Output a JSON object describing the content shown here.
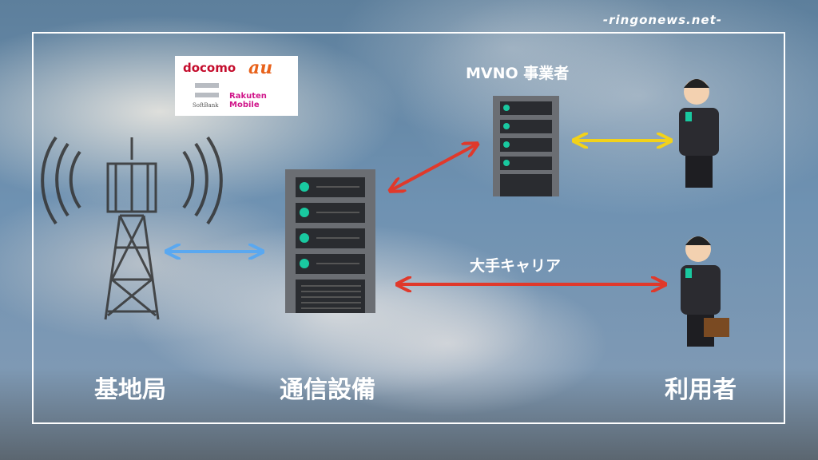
{
  "watermark": "-ringonews.net-",
  "logos": {
    "docomo": "docomo",
    "au": "au",
    "softbank": "SoftBank",
    "rakuten": "Rakuten Mobile"
  },
  "labels": {
    "base_station": "基地局",
    "equipment": "通信設備",
    "users": "利用者",
    "mvno": "MVNO 事業者",
    "major_carrier": "大手キャリア"
  },
  "colors": {
    "blue_arrow": "#5aa8f0",
    "red_arrow": "#e0392b",
    "yellow_arrow": "#f2d21a",
    "led": "#19c9a0"
  }
}
